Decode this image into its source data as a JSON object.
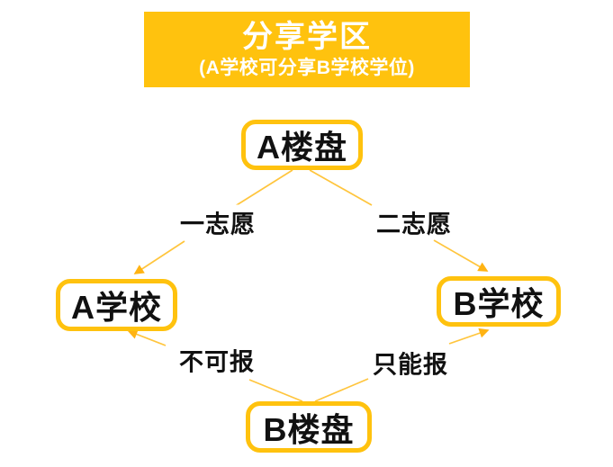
{
  "header": {
    "title": "分享学区",
    "subtitle": "(A学校可分享B学校学位)"
  },
  "nodes": [
    {
      "id": "building-a",
      "label": "A楼盘"
    },
    {
      "id": "school-a",
      "label": "A学校"
    },
    {
      "id": "school-b",
      "label": "B学校"
    },
    {
      "id": "building-b",
      "label": "B楼盘"
    }
  ],
  "edges": [
    {
      "from": "A楼盘",
      "to": "A学校",
      "label": "一志愿"
    },
    {
      "from": "A楼盘",
      "to": "B学校",
      "label": "二志愿"
    },
    {
      "from": "B楼盘",
      "to": "A学校",
      "label": "不可报"
    },
    {
      "from": "B楼盘",
      "to": "B学校",
      "label": "只能报"
    }
  ],
  "colors": {
    "banner": "#FFC20E",
    "node_border": "#FFC20E",
    "line": "#FFC53D",
    "arrow": "#FFB313",
    "text": "#111111",
    "banner_text": "#FFFFFF"
  }
}
